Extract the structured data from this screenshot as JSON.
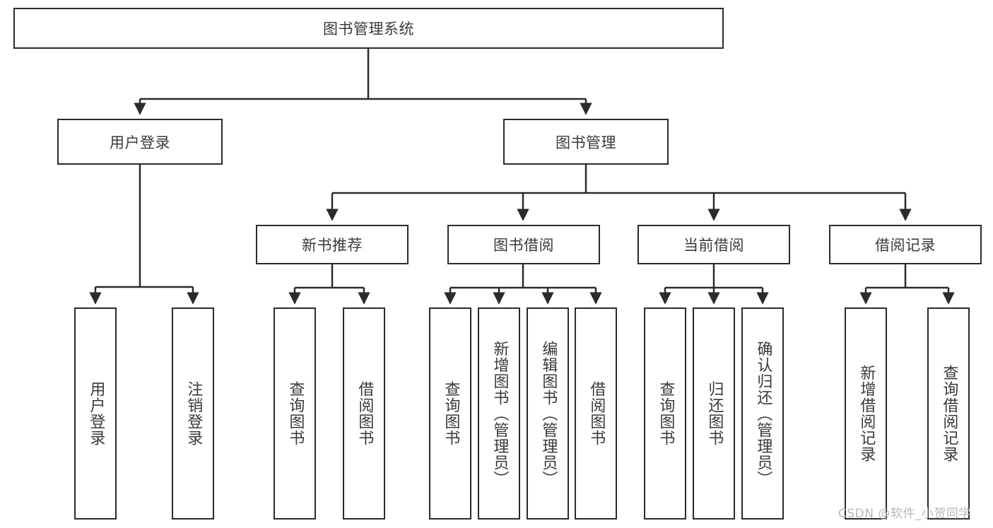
{
  "diagram": {
    "title": "图书管理系统",
    "type": "tree-hierarchy-chart",
    "root": {
      "id": "root",
      "label": "图书管理系统"
    },
    "level2": [
      {
        "id": "user-login",
        "label": "用户登录"
      },
      {
        "id": "book-management",
        "label": "图书管理"
      }
    ],
    "level3": [
      {
        "id": "new-book-recommend",
        "label": "新书推荐"
      },
      {
        "id": "book-borrow",
        "label": "图书借阅"
      },
      {
        "id": "current-borrow",
        "label": "当前借阅"
      },
      {
        "id": "borrow-record",
        "label": "借阅记录"
      }
    ],
    "leaves": [
      {
        "id": "leaf-user-login",
        "label": "用户登录"
      },
      {
        "id": "leaf-logout-login",
        "label": "注销登录"
      },
      {
        "id": "leaf-query-book-1",
        "label": "查询图书"
      },
      {
        "id": "leaf-borrow-book-1",
        "label": "借阅图书"
      },
      {
        "id": "leaf-query-book-2",
        "label": "查询图书"
      },
      {
        "id": "leaf-add-book-admin",
        "label": "新增图书（管理员）"
      },
      {
        "id": "leaf-edit-book-admin",
        "label": "编辑图书（管理员）"
      },
      {
        "id": "leaf-borrow-book-2",
        "label": "借阅图书"
      },
      {
        "id": "leaf-query-book-3",
        "label": "查询图书"
      },
      {
        "id": "leaf-return-book",
        "label": "归还图书"
      },
      {
        "id": "leaf-confirm-return-admin",
        "label": "确认归还（管理员）"
      },
      {
        "id": "leaf-add-borrow-record",
        "label": "新增借阅记录"
      },
      {
        "id": "leaf-query-borrow-record",
        "label": "查询借阅记录"
      }
    ]
  },
  "watermark": {
    "text": "CSDN @软件_小贺同学"
  },
  "colors": {
    "stroke": "#2b2b2b",
    "text": "#3a3a3a",
    "background": "#ffffff",
    "watermark": "#b8b8b8"
  }
}
